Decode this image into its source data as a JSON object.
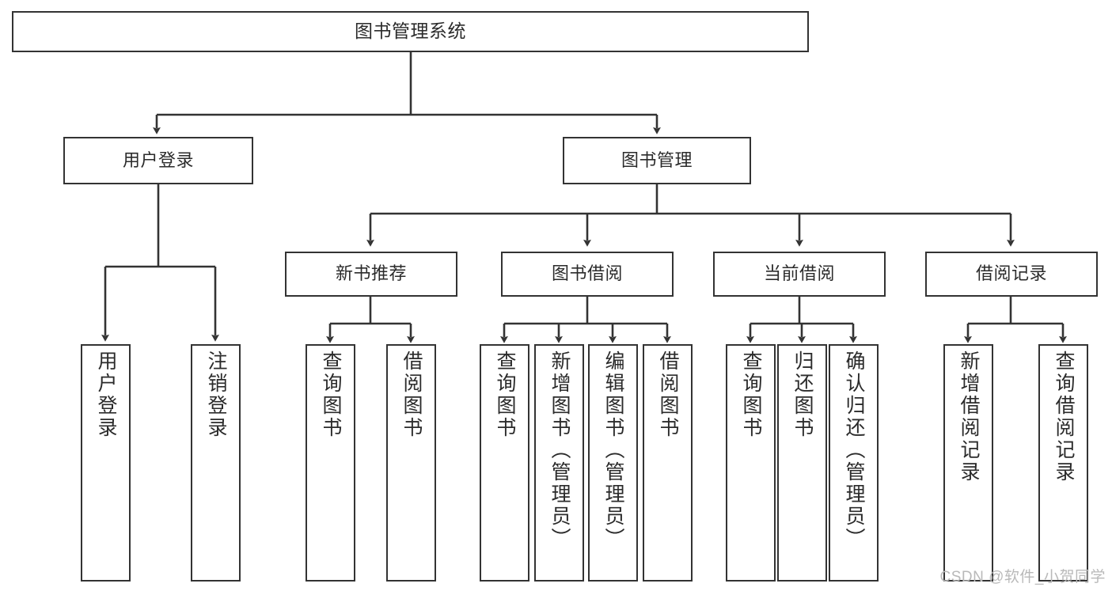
{
  "diagram": {
    "type": "tree-hierarchy-flowchart",
    "title": "图书管理系统",
    "watermark": "CSDN @软件_小贺同学",
    "colors": {
      "box_stroke": "#333333",
      "box_fill": "#ffffff",
      "connector": "#333333",
      "text": "#2b2b2b",
      "watermark": "#b9b9b9",
      "background": "#ffffff"
    },
    "levels": [
      {
        "level": 0,
        "nodes": [
          {
            "id": "root",
            "label": "图书管理系统",
            "orientation": "horizontal"
          }
        ]
      },
      {
        "level": 1,
        "nodes": [
          {
            "id": "user-login",
            "label": "用户登录",
            "orientation": "horizontal",
            "parent": "root"
          },
          {
            "id": "book-mgmt",
            "label": "图书管理",
            "orientation": "horizontal",
            "parent": "root"
          }
        ]
      },
      {
        "level": 2,
        "nodes": [
          {
            "id": "new-book-rec",
            "label": "新书推荐",
            "orientation": "horizontal",
            "parent": "book-mgmt"
          },
          {
            "id": "book-borrow",
            "label": "图书借阅",
            "orientation": "horizontal",
            "parent": "book-mgmt"
          },
          {
            "id": "current-borrow",
            "label": "当前借阅",
            "orientation": "horizontal",
            "parent": "book-mgmt"
          },
          {
            "id": "borrow-record",
            "label": "借阅记录",
            "orientation": "horizontal",
            "parent": "book-mgmt"
          }
        ]
      },
      {
        "level": 3,
        "nodes": [
          {
            "id": "leaf-user-login",
            "label": "用户登录",
            "orientation": "vertical",
            "parent": "user-login"
          },
          {
            "id": "leaf-logout",
            "label": "注销登录",
            "orientation": "vertical",
            "parent": "user-login"
          },
          {
            "id": "leaf-query-book-1",
            "label": "查询图书",
            "orientation": "vertical",
            "parent": "new-book-rec"
          },
          {
            "id": "leaf-borrow-book-1",
            "label": "借阅图书",
            "orientation": "vertical",
            "parent": "new-book-rec"
          },
          {
            "id": "leaf-query-book-2",
            "label": "查询图书",
            "orientation": "vertical",
            "parent": "book-borrow"
          },
          {
            "id": "leaf-add-book",
            "label": "新增图书（管理员）",
            "orientation": "vertical",
            "parent": "book-borrow"
          },
          {
            "id": "leaf-edit-book",
            "label": "编辑图书（管理员）",
            "orientation": "vertical",
            "parent": "book-borrow"
          },
          {
            "id": "leaf-borrow-book-2",
            "label": "借阅图书",
            "orientation": "vertical",
            "parent": "book-borrow"
          },
          {
            "id": "leaf-query-book-3",
            "label": "查询图书",
            "orientation": "vertical",
            "parent": "current-borrow"
          },
          {
            "id": "leaf-return-book",
            "label": "归还图书",
            "orientation": "vertical",
            "parent": "current-borrow"
          },
          {
            "id": "leaf-confirm-return",
            "label": "确认归还（管理员）",
            "orientation": "vertical",
            "parent": "current-borrow"
          },
          {
            "id": "leaf-add-record",
            "label": "新增借阅记录",
            "orientation": "vertical",
            "parent": "borrow-record"
          },
          {
            "id": "leaf-query-record",
            "label": "查询借阅记录",
            "orientation": "vertical",
            "parent": "borrow-record"
          }
        ]
      }
    ]
  }
}
